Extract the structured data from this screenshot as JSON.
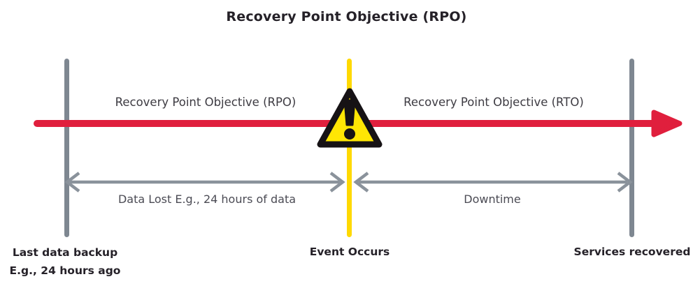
{
  "title": "Recovery Point Objective (RPO)",
  "colors": {
    "arrow_red": "#E01F3D",
    "line_gray": "#7E8791",
    "dim_gray": "#8A929B",
    "event_yellow": "#FFD900",
    "warning_fill": "#FFE604",
    "warning_stroke": "#161215",
    "text_dark": "#252128",
    "text_medium": "#3D3B42",
    "text_dim": "#4B4B54"
  },
  "timeline": {
    "left_segment_label": "Recovery Point Objective (RPO)",
    "right_segment_label": "Recovery Point Objective (RTO)"
  },
  "markers": {
    "backup": {
      "line1": "Last data backup",
      "line2": "E.g., 24 hours ago"
    },
    "event": {
      "label": "Event Occurs"
    },
    "recovered": {
      "label": "Services recovered"
    }
  },
  "spans": {
    "data_lost": {
      "label": "Data Lost E.g., 24 hours of data"
    },
    "downtime": {
      "label": "Downtime"
    }
  },
  "icons": {
    "warning_triangle": "⚠"
  }
}
